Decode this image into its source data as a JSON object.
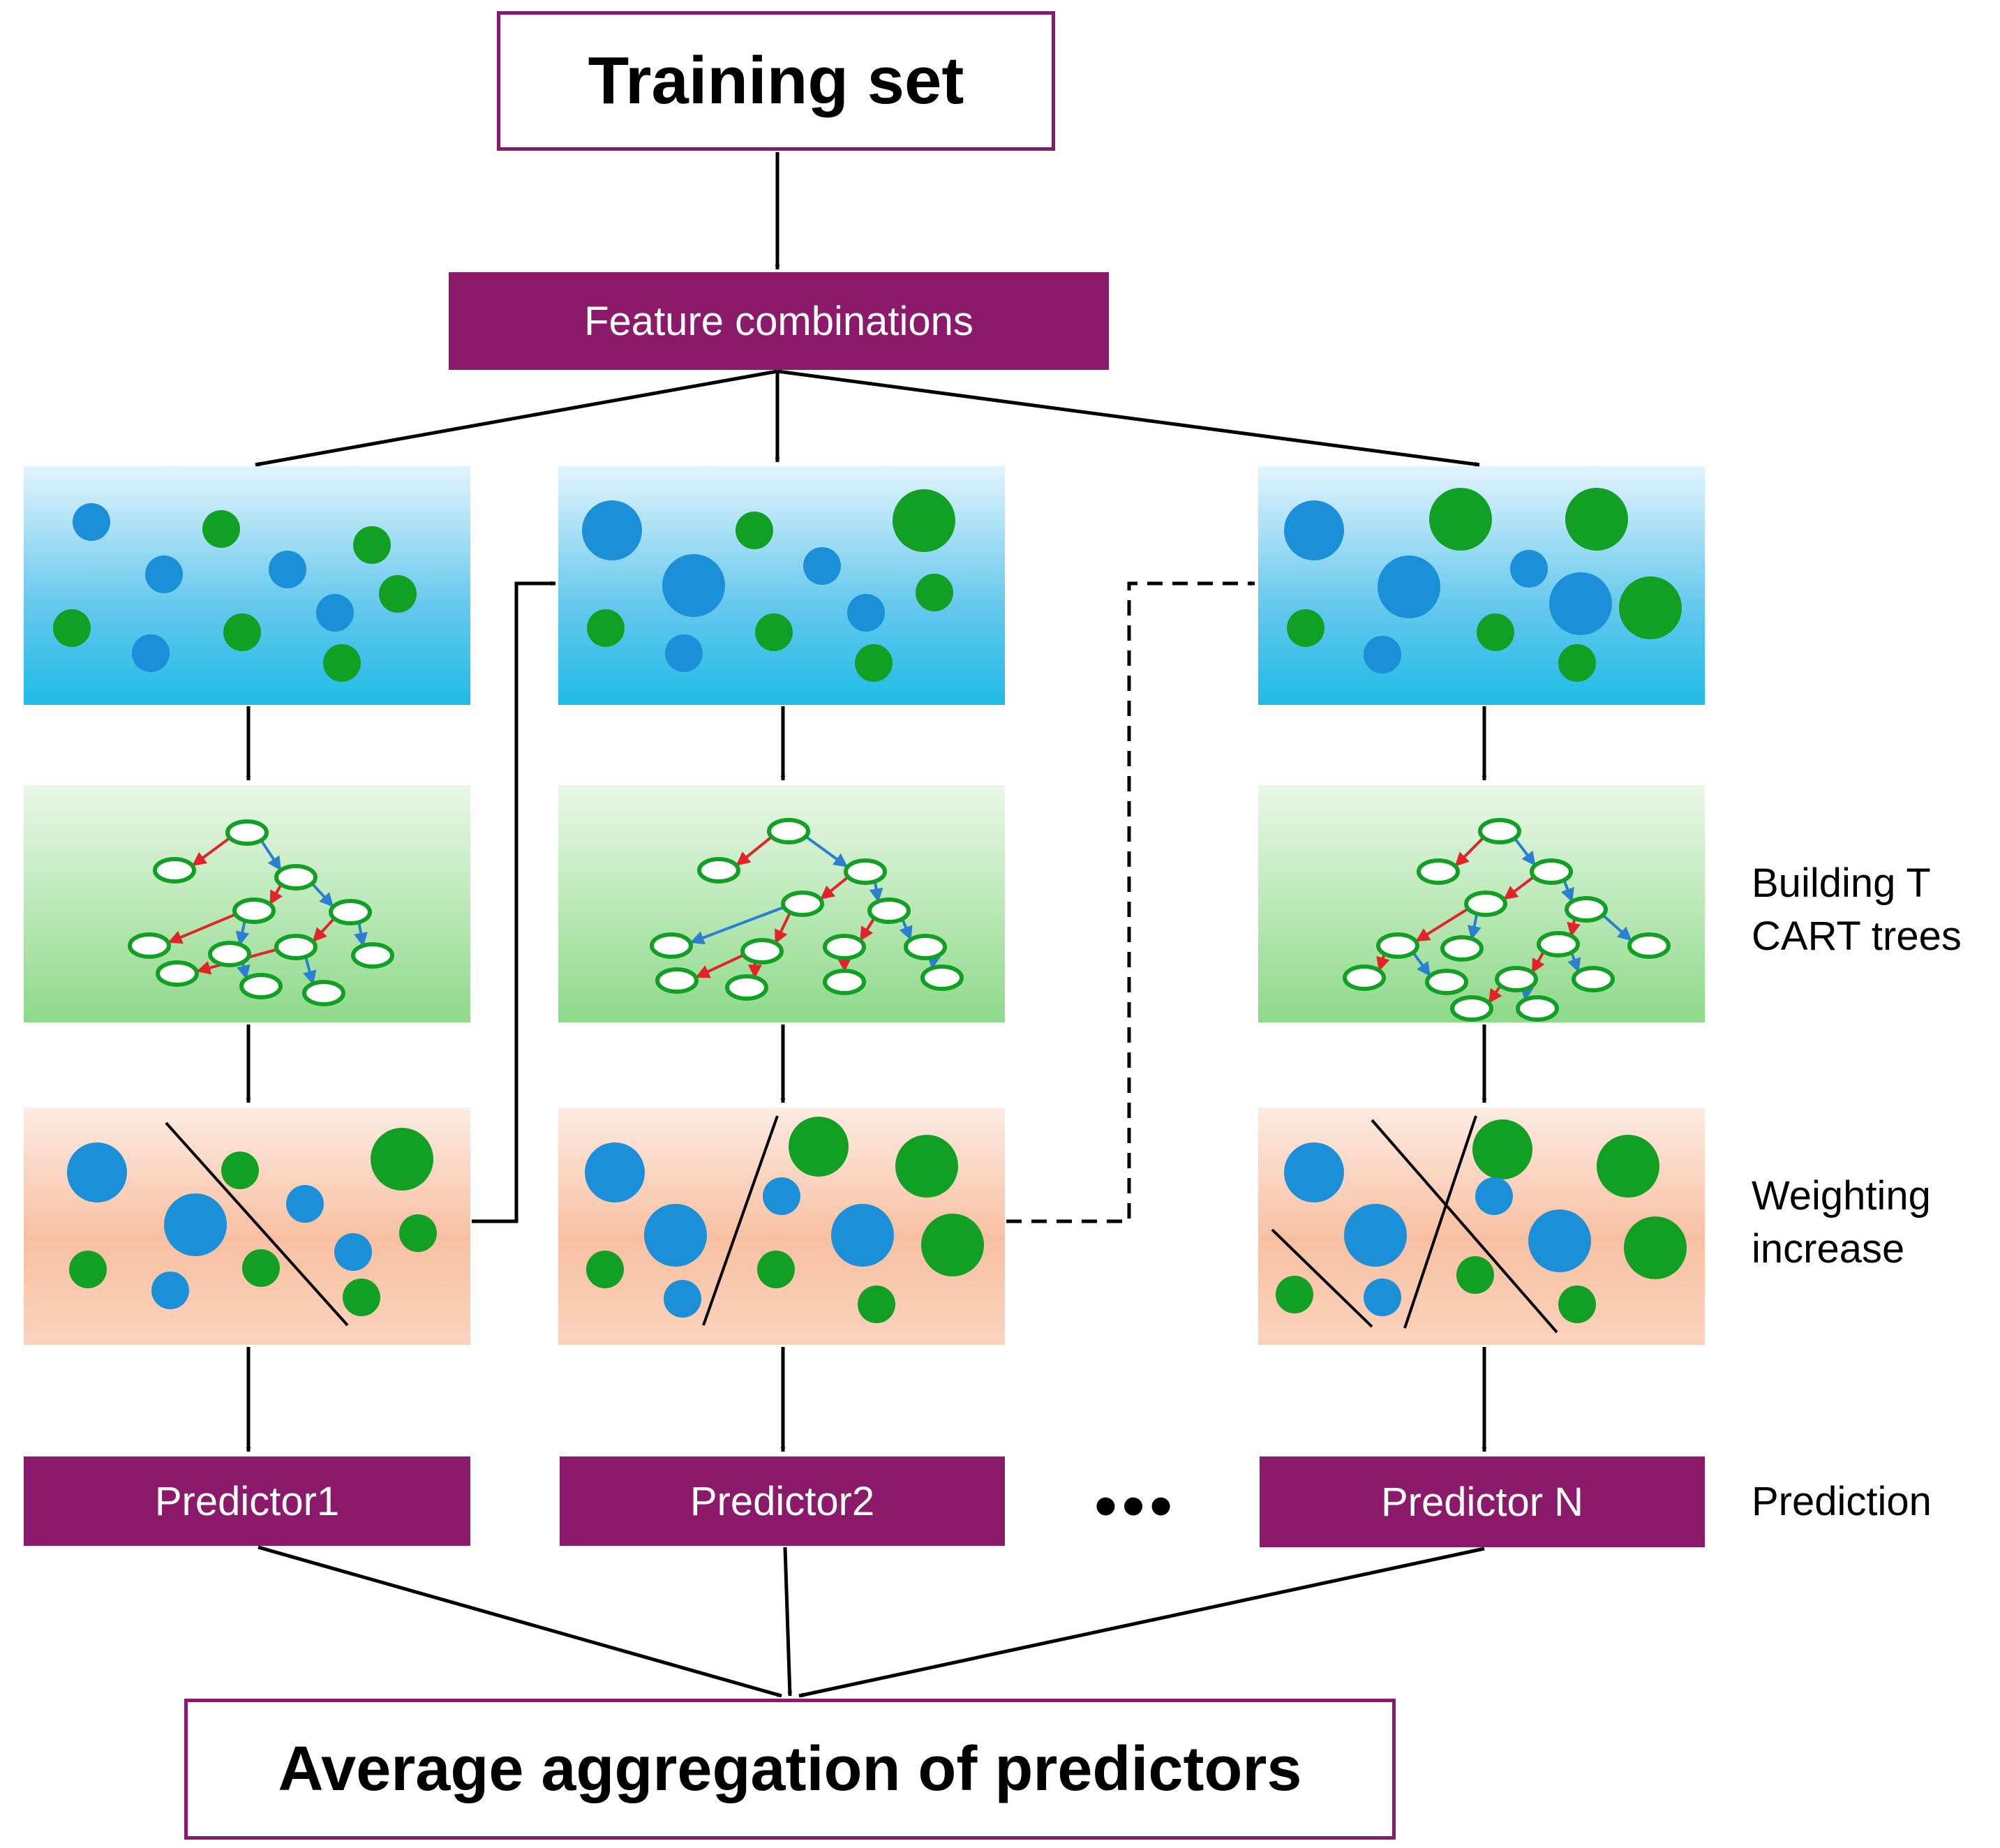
{
  "header": {
    "title": "Training set"
  },
  "feature_box": {
    "label": "Feature combinations"
  },
  "predictors": [
    "Predictor1",
    "Predictor2",
    "Predictor N"
  ],
  "ellipsis": "•••",
  "row_labels": {
    "trees": "Building T\nCART trees",
    "weighting": "Weighting\nincrease",
    "prediction": "Prediction"
  },
  "footer": {
    "title": "Average aggregation of predictors"
  },
  "colors": {
    "purple": "#8b1a6b",
    "blue_point": "#1b8fd8",
    "green_point": "#12a024",
    "red_edge": "#e3232a",
    "blue_edge": "#2a7fd0"
  }
}
